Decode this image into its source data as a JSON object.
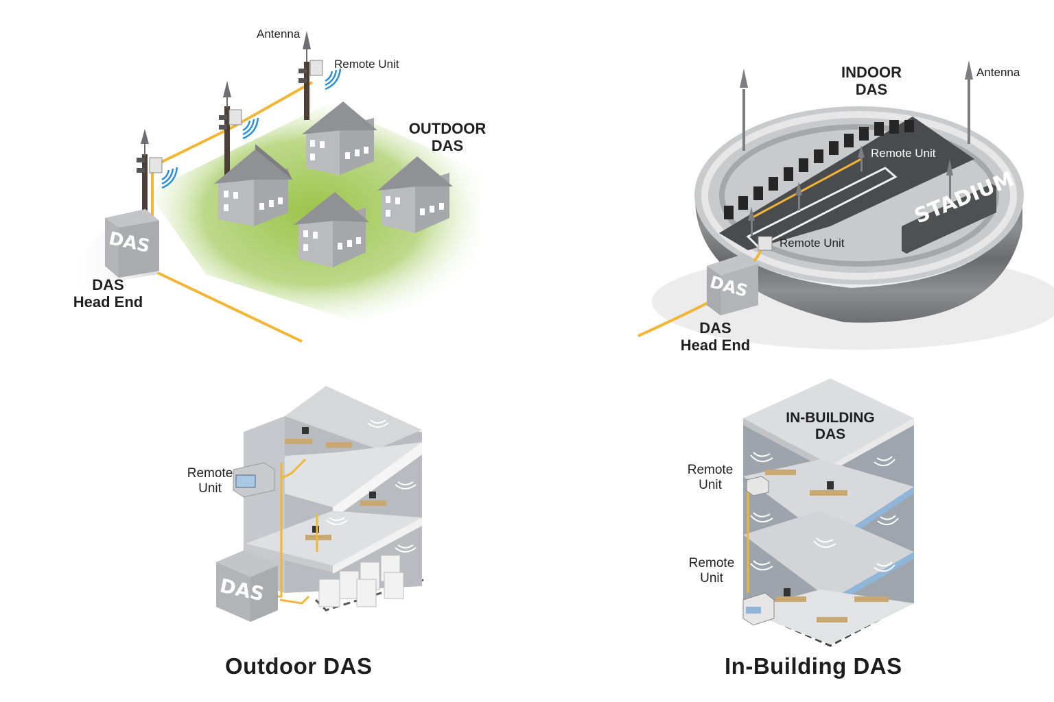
{
  "colors": {
    "cable": "#f2b535",
    "grass": "#b6d36a",
    "signal": "#2a8fd6",
    "box": "#a9abae",
    "stadium": "#8a8b8d"
  },
  "outdoor_das_panel": {
    "title_line1": "OUTDOOR",
    "title_line2": "DAS",
    "antenna_label": "Antenna",
    "remote_unit_label": "Remote Unit",
    "head_end_line1": "DAS",
    "head_end_line2": "Head End",
    "box_text": "DAS",
    "icons": [
      "utility-pole-icon",
      "antenna-icon",
      "remote-unit-icon",
      "signal-waves-icon",
      "house-icon",
      "das-box-icon"
    ]
  },
  "indoor_das_panel": {
    "title_line1": "INDOOR",
    "title_line2": "DAS",
    "antenna_label": "Antenna",
    "remote_unit_label_upper": "Remote Unit",
    "remote_unit_label_lower": "Remote Unit",
    "sign_text": "STADIUM",
    "head_end_line1": "DAS",
    "head_end_line2": "Head End",
    "box_text": "DAS",
    "icons": [
      "stadium-icon",
      "antenna-icon",
      "remote-unit-icon",
      "das-box-icon"
    ]
  },
  "outdoor_building_panel": {
    "remote_unit_line1": "Remote",
    "remote_unit_line2": "Unit",
    "box_text": "DAS",
    "caption": "Outdoor DAS",
    "icons": [
      "building-cutaway-icon",
      "remote-unit-icon",
      "signal-waves-icon",
      "server-rack-icon",
      "das-box-icon"
    ]
  },
  "in_building_panel": {
    "title_line1": "IN-BUILDING",
    "title_line2": "DAS",
    "remote_unit_upper_line1": "Remote",
    "remote_unit_upper_line2": "Unit",
    "remote_unit_lower_line1": "Remote",
    "remote_unit_lower_line2": "Unit",
    "caption": "In-Building DAS",
    "icons": [
      "building-cutaway-icon",
      "remote-unit-icon",
      "signal-waves-icon",
      "office-desk-icon"
    ]
  }
}
